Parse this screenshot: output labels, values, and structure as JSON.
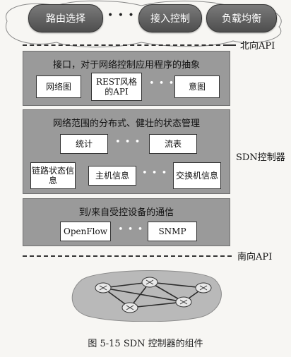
{
  "apps": {
    "items": [
      "路由选择",
      "接入控制",
      "负载均衡"
    ],
    "ellipsis": "• • •"
  },
  "northbound_label": "北向API",
  "southbound_label": "南向API",
  "controller_label": "SDN控制器",
  "layer1": {
    "title": "接口，对于网络控制应用程序的抽象",
    "boxes": [
      "网络图",
      "REST风格的API",
      "意图"
    ],
    "ellipsis": "• • •"
  },
  "layer2": {
    "title": "网络范围的分布式、健壮的状态管理",
    "row1": [
      "统计",
      "流表"
    ],
    "row2": [
      "链路状态信息",
      "主机信息",
      "交换机信息"
    ],
    "ellipsis": "• • •"
  },
  "layer3": {
    "title": "到/来自受控设备的通信",
    "boxes": [
      "OpenFlow",
      "SNMP"
    ],
    "ellipsis": "• • •"
  },
  "caption": "图 5-15   SDN 控制器的组件"
}
